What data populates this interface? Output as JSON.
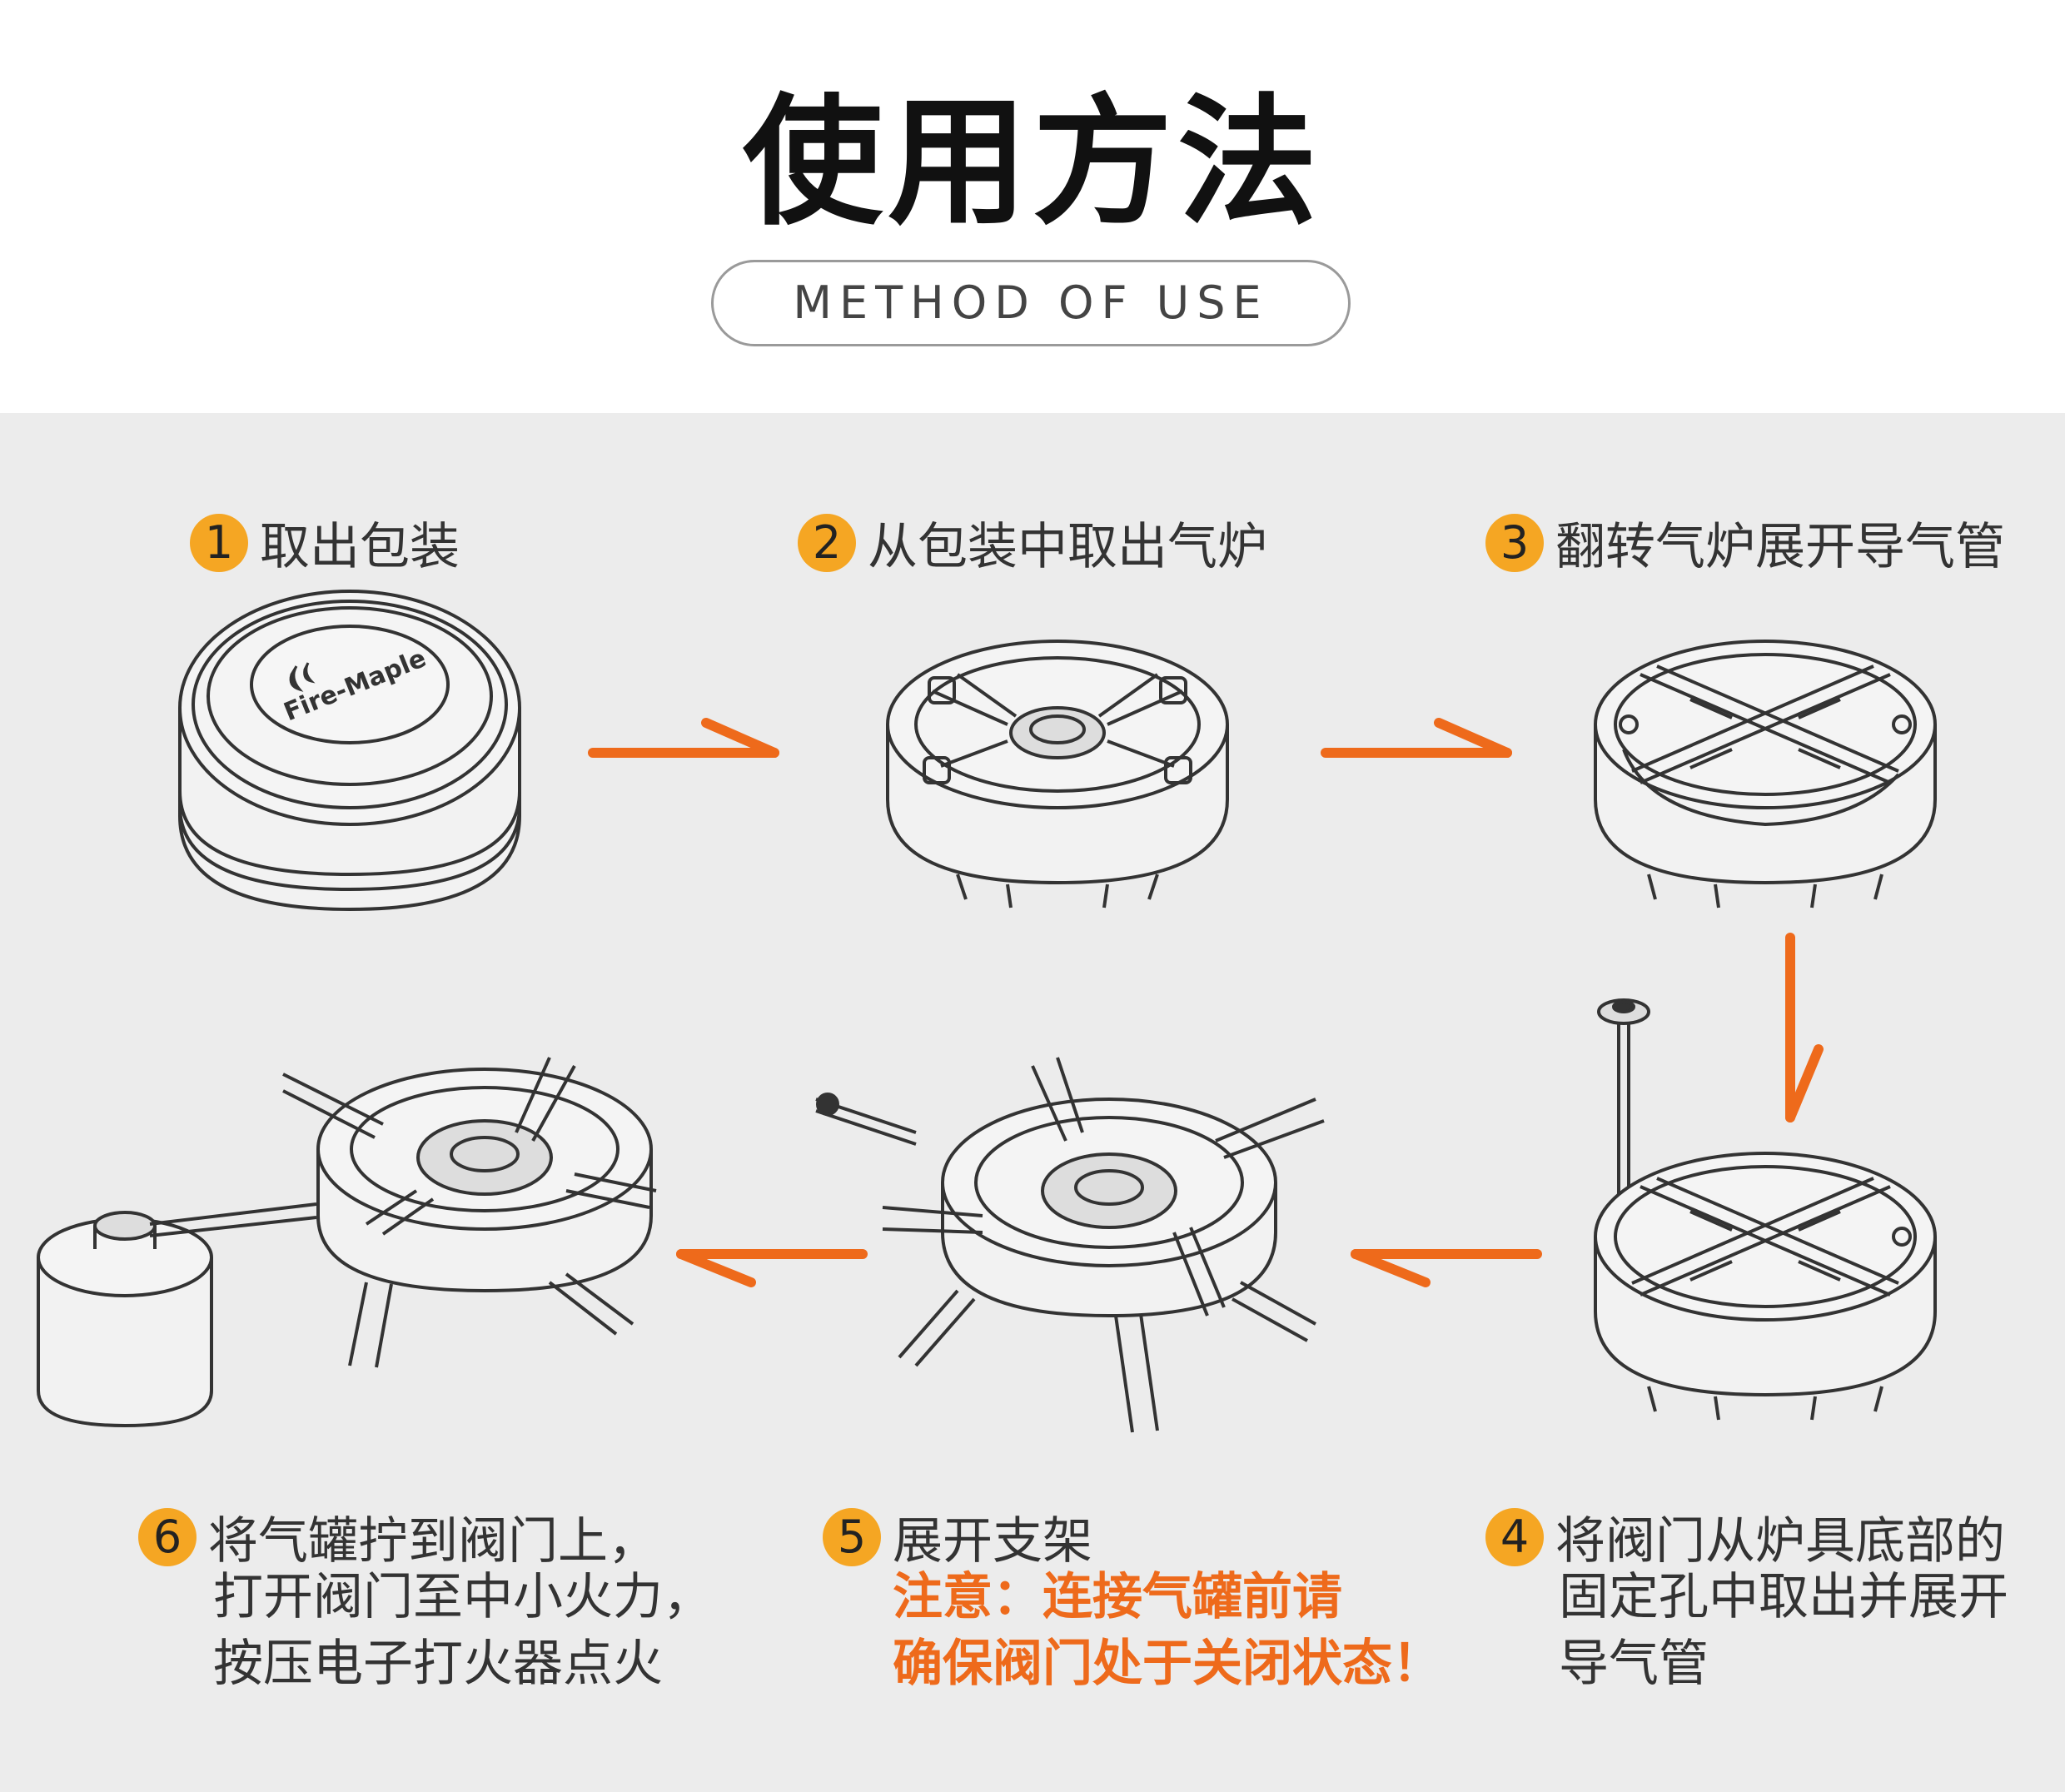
{
  "header": {
    "title": "使用方法",
    "subtitle": "METHOD OF USE"
  },
  "steps": [
    {
      "number": "1",
      "label": "取出包装"
    },
    {
      "number": "2",
      "label": "从包装中取出气炉"
    },
    {
      "number": "3",
      "label": "翻转气炉展开导气管"
    },
    {
      "number": "4",
      "label": "将阀门从炉具底部的",
      "desc": "固定孔中取出并展开\n导气管"
    },
    {
      "number": "5",
      "label": "展开支架",
      "note": "注意：连接气罐前请\n确保阀门处于关闭状态！"
    },
    {
      "number": "6",
      "label": "将气罐拧到阀门上，",
      "desc": "打开阀门至中小火力，\n按压电子打火器点火"
    }
  ],
  "package_logo": "Fire-Maple",
  "colors": {
    "badge": "#f5a623",
    "arrow": "#ee6a1b",
    "note": "#ee6a1b",
    "panel_bg": "#ececec"
  }
}
